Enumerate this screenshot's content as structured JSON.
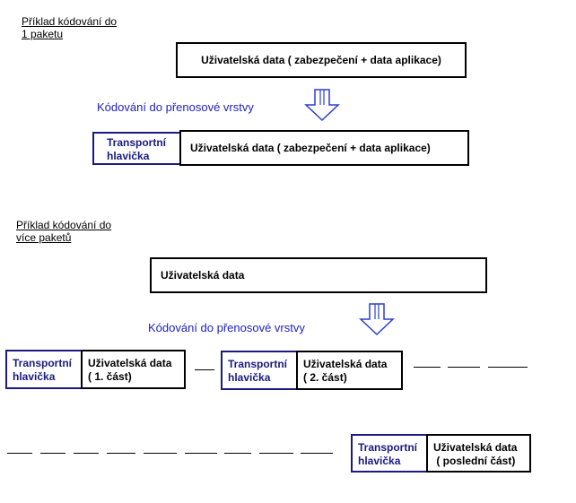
{
  "example1": {
    "caption_line1": "Příklad kódování do",
    "caption_line2": "1 paketu",
    "top_box": "Uživatelská data ( zabezpečení + data aplikace)",
    "encoding_label": "Kódování do přenosové vrstvy",
    "header_line1": "Transportní",
    "header_line2": "hlavička",
    "data_box": "Uživatelská data ( zabezpečení + data aplikace)"
  },
  "example2": {
    "caption_line1": "Příklad kódování do",
    "caption_line2": "více paketů",
    "top_box": "Uživatelská data",
    "encoding_label": "Kódování do přenosové vrstvy",
    "packets": [
      {
        "header_line1": "Transportní",
        "header_line2": "hlavička",
        "data_line1": "Uživatelská data",
        "data_line2": "( 1. část)"
      },
      {
        "header_line1": "Transportní",
        "header_line2": "hlavička",
        "data_line1": "Uživatelská data",
        "data_line2": "( 2. část)"
      },
      {
        "header_line1": "Transportní",
        "header_line2": "hlavička",
        "data_line1": "Uživatelská data",
        "data_line2": " ( poslední část)"
      }
    ]
  },
  "colors": {
    "header_border": "#1a1a80",
    "header_text": "#1a1a80",
    "encoding_text": "#2020c0",
    "arrow": "#2a3fd0"
  }
}
